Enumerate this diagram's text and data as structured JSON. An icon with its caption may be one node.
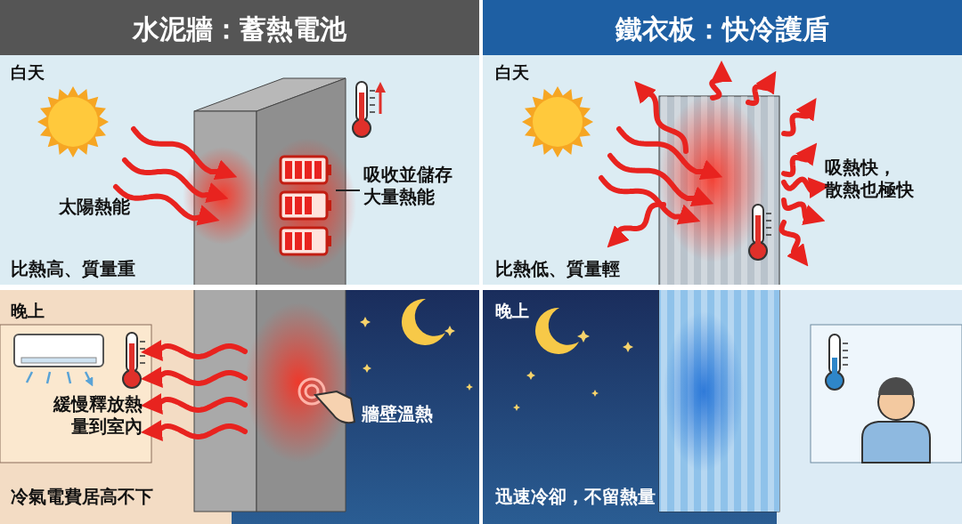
{
  "diagram": {
    "nodes": [
      {
        "text": [
          "吸收並儲存大量熱能"
        ]
      },
      {
        "text": [],
        "shape": "picture"
      }
    ],
    "edges": [
      {
        "from": 0,
        "to": 1,
        "arrow": "none"
      }
    ],
    "labels": [
      "水泥牆：蓄熱電池",
      "鐵衣板：快冷護盾",
      "白天",
      "白天",
      "太陽熱能",
      "吸熱快，散熱也極快",
      "比熱高、質量重",
      "比熱低、質量輕",
      "晚上",
      "晚上",
      "緩慢釋放熱量到室內",
      "牆壁溫熱",
      "冷氣電費居高不下",
      "迅速冷卻，不留熱量"
    ]
  }
}
